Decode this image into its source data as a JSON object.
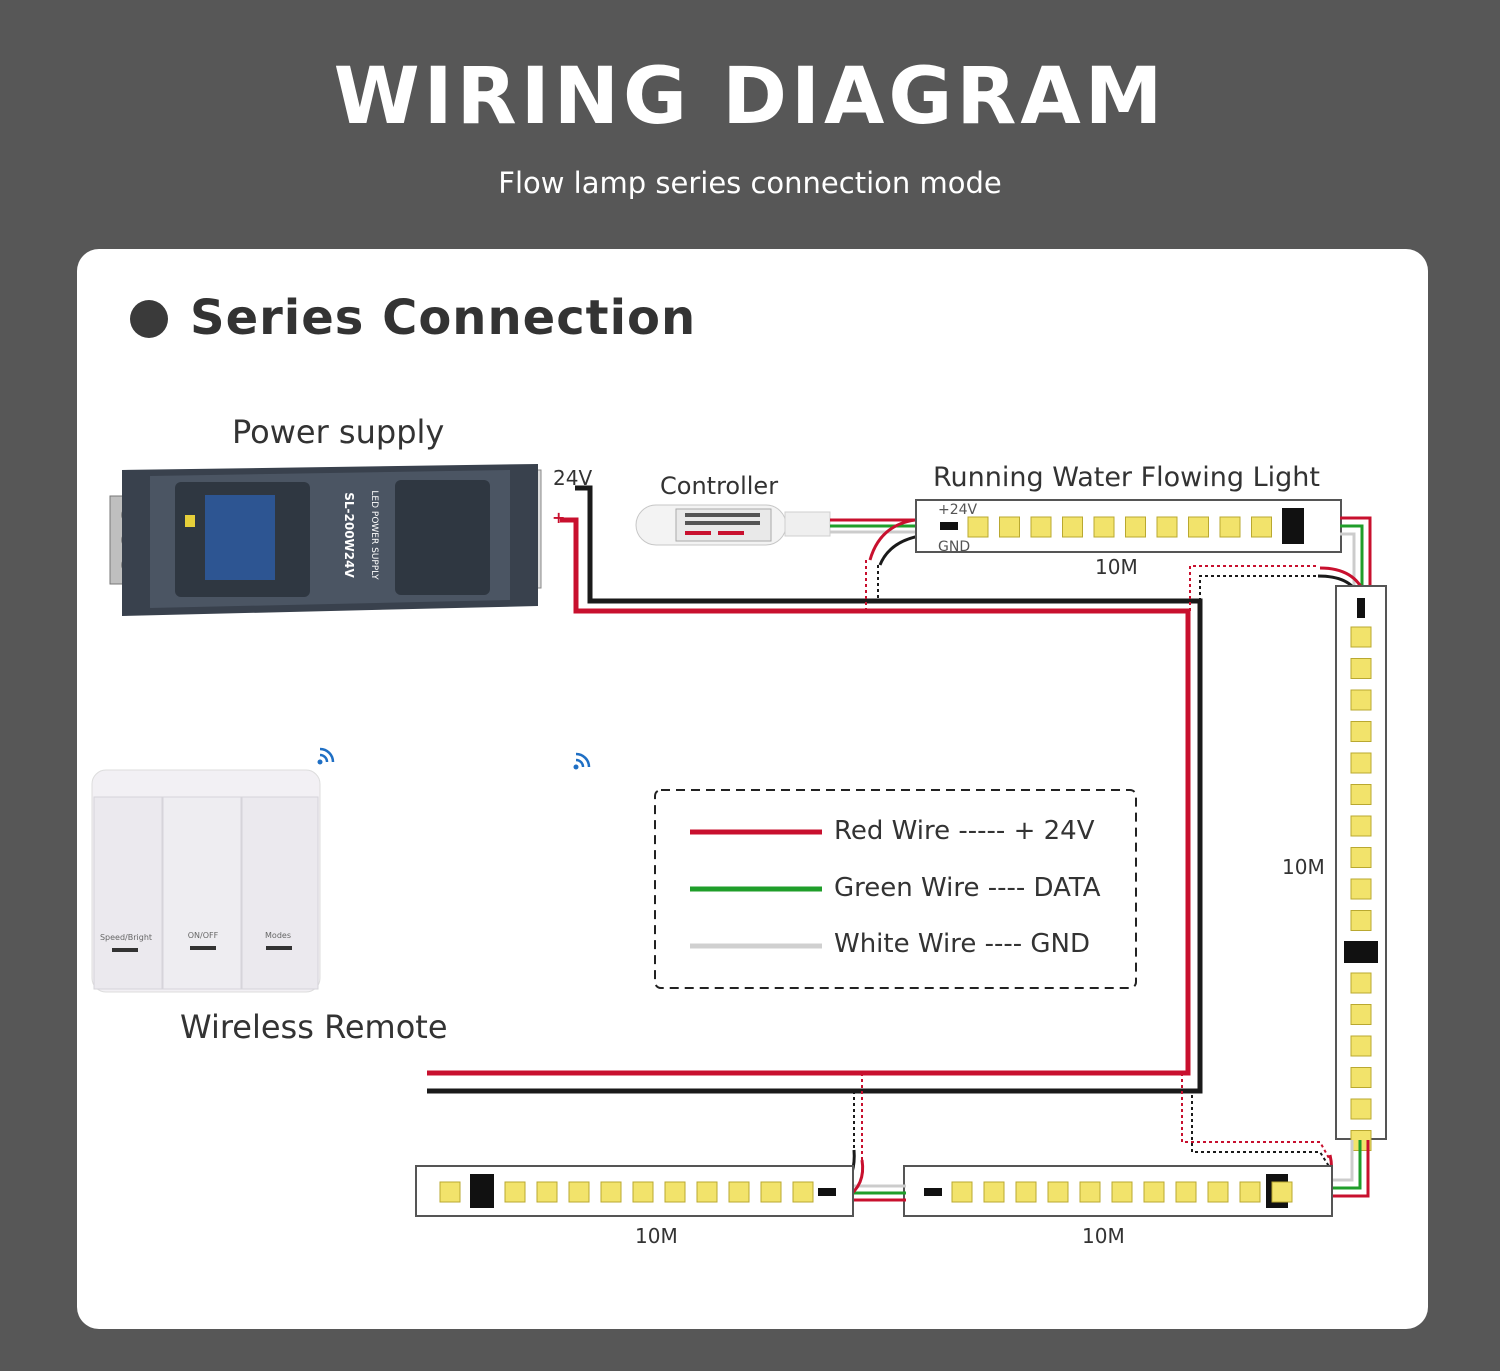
{
  "header": {
    "title": "WIRING DIAGRAM",
    "subtitle": "Flow lamp series connection mode"
  },
  "section": {
    "title": "Series Connection"
  },
  "components": {
    "power_supply": {
      "label": "Power supply",
      "voltage": "24V",
      "plus": "+",
      "model": "SL-200W24V",
      "brand": "LED POWER SUPPLY"
    },
    "controller": {
      "label": "Controller"
    },
    "strip": {
      "label": "Running Water Flowing Light",
      "pin_plus": "+24V",
      "pin_gnd": "GND"
    },
    "remote": {
      "label": "Wireless Remote",
      "buttons": [
        "Speed/Bright",
        "ON/OFF",
        "Modes"
      ]
    }
  },
  "segment_lengths": {
    "top": "10M",
    "right": "10M",
    "bottom_left": "10M",
    "bottom_right": "10M"
  },
  "legend": {
    "items": [
      {
        "text": "Red Wire ----- + 24V",
        "color": "#c8102e"
      },
      {
        "text": "Green Wire ---- DATA",
        "color": "#1f9e2a"
      },
      {
        "text": "White Wire ---- GND",
        "color": "#d0d0d0"
      }
    ]
  },
  "colors": {
    "background": "#575757",
    "panel": "#ffffff",
    "red_wire": "#c8102e",
    "black_wire": "#1a1a1a",
    "green_wire": "#1f9e2a",
    "white_wire": "#cccccc",
    "led": "#f2e36b",
    "wifi_icon": "#1f6fc4"
  }
}
